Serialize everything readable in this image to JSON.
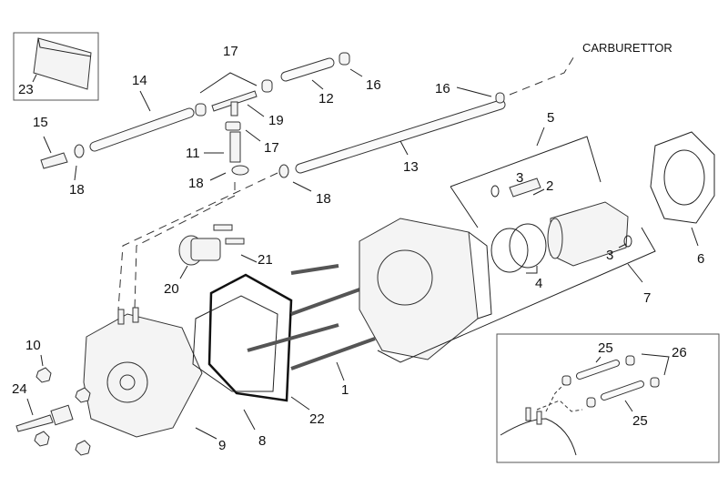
{
  "diagram": {
    "callouts": [
      {
        "id": "c23",
        "text": "23"
      },
      {
        "id": "c14",
        "text": "14"
      },
      {
        "id": "c17a",
        "text": "17"
      },
      {
        "id": "c12",
        "text": "12"
      },
      {
        "id": "c16a",
        "text": "16"
      },
      {
        "id": "c15",
        "text": "15"
      },
      {
        "id": "c19",
        "text": "19"
      },
      {
        "id": "c17b",
        "text": "17"
      },
      {
        "id": "c11",
        "text": "11"
      },
      {
        "id": "c18a",
        "text": "18"
      },
      {
        "id": "c18b",
        "text": "18"
      },
      {
        "id": "c16b",
        "text": "16"
      },
      {
        "id": "c13",
        "text": "13"
      },
      {
        "id": "c18c",
        "text": "18"
      },
      {
        "id": "c5",
        "text": "5"
      },
      {
        "id": "c3a",
        "text": "3"
      },
      {
        "id": "c2",
        "text": "2"
      },
      {
        "id": "c6",
        "text": "6"
      },
      {
        "id": "c21",
        "text": "21"
      },
      {
        "id": "c20",
        "text": "20"
      },
      {
        "id": "c3b",
        "text": "3"
      },
      {
        "id": "c4",
        "text": "4"
      },
      {
        "id": "c7",
        "text": "7"
      },
      {
        "id": "c10",
        "text": "10"
      },
      {
        "id": "c1",
        "text": "1"
      },
      {
        "id": "c24",
        "text": "24"
      },
      {
        "id": "c22",
        "text": "22"
      },
      {
        "id": "c8",
        "text": "8"
      },
      {
        "id": "c9",
        "text": "9"
      },
      {
        "id": "c25a",
        "text": "25"
      },
      {
        "id": "c26",
        "text": "26"
      },
      {
        "id": "c25b",
        "text": "25"
      }
    ],
    "carburettor_label": "CARBURETTOR"
  }
}
